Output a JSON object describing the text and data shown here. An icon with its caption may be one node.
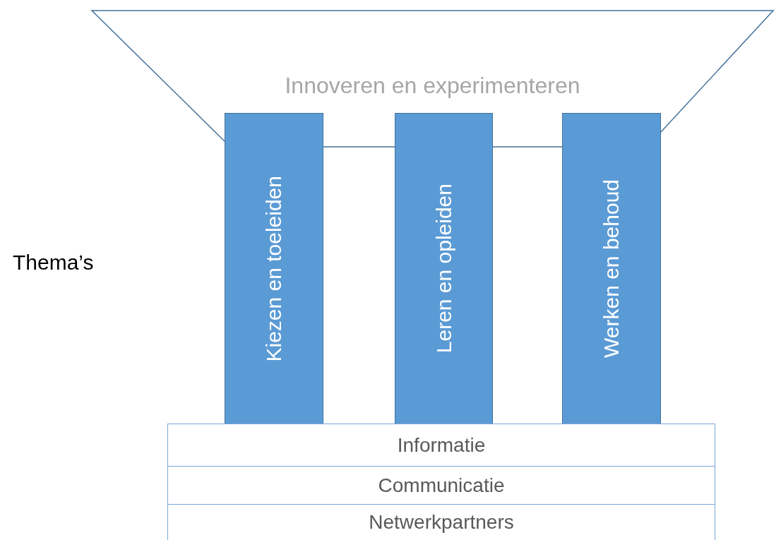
{
  "diagram": {
    "nodes": [
      {
        "text": [
          "Innoveren en experimenteren"
        ]
      },
      {
        "text": [
          "Kiezen en toeleiden"
        ]
      },
      {
        "text": [
          "Leren en opleiden"
        ]
      },
      {
        "text": [
          "Werken en behoud"
        ]
      },
      {
        "text": [
          "Informatie"
        ]
      },
      {
        "text": [
          "Communicatie"
        ]
      },
      {
        "text": [
          "Netwerkpartners"
        ]
      }
    ],
    "labels": [
      "Thema’s"
    ]
  }
}
